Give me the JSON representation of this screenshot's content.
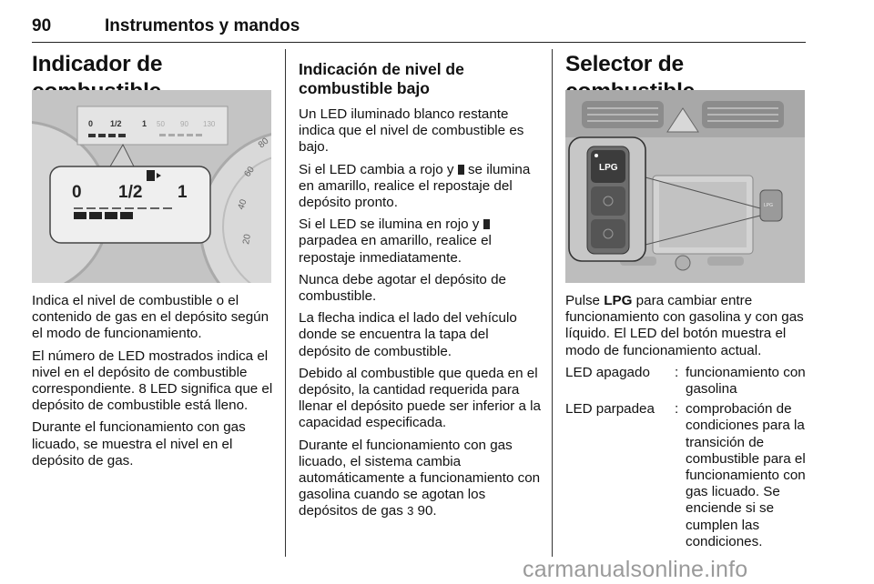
{
  "header": {
    "page_number": "90",
    "title": "Instrumentos y mandos"
  },
  "col1": {
    "heading": "Indicador de combustible",
    "figure": {
      "gauge_small_labels": [
        "0",
        "1/2",
        "1",
        "50",
        "90",
        "130"
      ],
      "gauge_zoom_labels": [
        "0",
        "1/2",
        "1"
      ],
      "rpm_labels": [
        "20",
        "40",
        "60",
        "80"
      ]
    },
    "paragraphs": [
      "Indica el nivel de combustible o el contenido de gas en el depósito según el modo de funcionamiento.",
      "El número de LED mostrados indica el nivel en el depósito de combustible correspondiente. 8 LED significa que el depósito de combustible está lleno.",
      "Durante el funcionamiento con gas licuado, se muestra el nivel en el depósito de gas."
    ]
  },
  "col2": {
    "heading": "Indicación de nivel de combustible bajo",
    "p1": "Un LED iluminado blanco restante indica que el nivel de combustible es bajo.",
    "p2a": "Si el LED cambia a rojo y ",
    "p2b": " se ilumina en amarillo, realice el repostaje del depósito pronto.",
    "p3a": "Si el LED se ilumina en rojo y ",
    "p3b": " parpadea en amarillo, realice el repostaje inmediatamente.",
    "p4": "Nunca debe agotar el depósito de combustible.",
    "p5": "La flecha indica el lado del vehículo donde se encuentra la tapa del depósito de combustible.",
    "p6": "Debido al combustible que queda en el depósito, la cantidad requerida para llenar el depósito puede ser inferior a la capacidad especificada.",
    "p7a": "Durante el funcionamiento con gas licuado, el sistema cambia automáticamente a funcionamiento con gasolina cuando se agotan los depósitos de gas ",
    "p7ref": "3",
    "p7page": " 90."
  },
  "col3": {
    "heading": "Selector de combustible",
    "figure": {
      "button_label": "LPG",
      "small_button_label": "LPG"
    },
    "p1a": "Pulse ",
    "p1b": "LPG",
    "p1c": " para cambiar entre funcionamiento con gasolina y con gas líquido. El LED del botón muestra el modo de funcionamiento actual.",
    "defs": [
      {
        "term": "LED apagado",
        "sep": ":",
        "desc": "funcionamiento con gasolina"
      },
      {
        "term": "LED parpadea",
        "sep": ":",
        "desc": "comprobación de condiciones para la transición de combustible para el funcionamiento con gas licuado. Se enciende si se cumplen las condiciones."
      }
    ]
  },
  "footer": {
    "watermark": "carmanualsonline.info"
  }
}
